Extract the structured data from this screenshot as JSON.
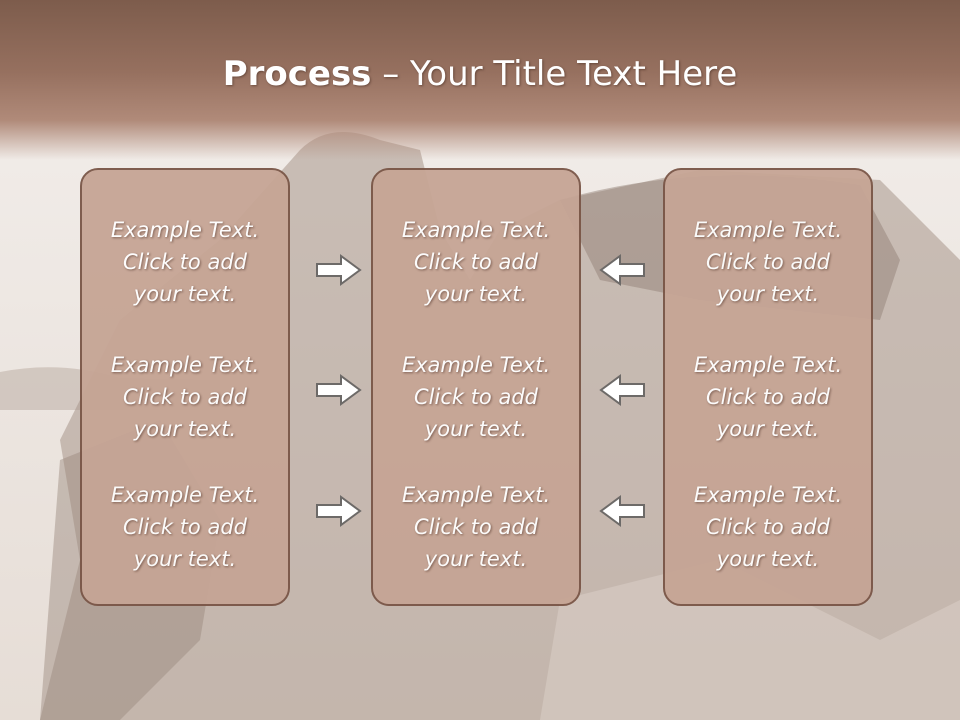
{
  "slide": {
    "title_bold": "Process",
    "title_rest": " – Your Title Text Here"
  },
  "columns": [
    {
      "items": [
        "Example Text.\nClick  to add\nyour text.",
        "Example Text.\nClick  to add\nyour text.",
        "Example Text.\nClick  to add\nyour text."
      ]
    },
    {
      "items": [
        "Example Text.\nClick  to add\nyour text.",
        "Example Text.\nClick  to add\nyour text.",
        "Example Text.\nClick  to add\nyour text."
      ]
    },
    {
      "items": [
        "Example Text.\nClick  to add\nyour text.",
        "Example Text.\nClick  to add\nyour text.",
        "Example Text.\nClick  to add\nyour text."
      ]
    }
  ],
  "arrows": {
    "left_group": "arrow-right-icon",
    "right_group": "arrow-left-icon"
  },
  "colors": {
    "header": "#8a6656",
    "box_fill": "#c6a595",
    "box_border": "#7a5647",
    "text": "#ffffff"
  }
}
